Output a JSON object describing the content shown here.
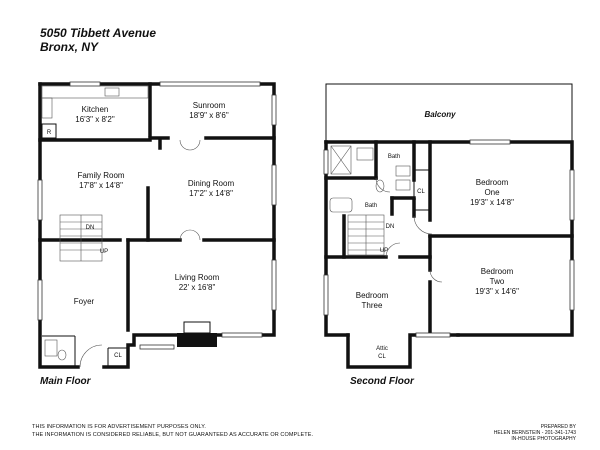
{
  "header": {
    "address_line1": "5050 Tibbett Avenue",
    "address_line2": "Bronx, NY"
  },
  "main_floor": {
    "label": "Main Floor",
    "rooms": {
      "kitchen": {
        "name": "Kitchen",
        "size": "16'3\" x 8'2\""
      },
      "sunroom": {
        "name": "Sunroom",
        "size": "18'9\" x 8'6\""
      },
      "family_room": {
        "name": "Family Room",
        "size": "17'8\" x 14'8\""
      },
      "dining_room": {
        "name": "Dining Room",
        "size": "17'2\" x 14'8\""
      },
      "living_room": {
        "name": "Living Room",
        "size": "22' x 16'8\""
      },
      "foyer": {
        "name": "Foyer"
      }
    },
    "marks": {
      "refrigerator": "R",
      "stairs_down": "DN",
      "stairs_up": "UP",
      "closet": "CL"
    }
  },
  "second_floor": {
    "label": "Second Floor",
    "rooms": {
      "balcony": {
        "name": "Balcony"
      },
      "bath_top": {
        "name": "Bath"
      },
      "bath_left": {
        "name": "Bath"
      },
      "bedroom_one": {
        "line1": "Bedroom",
        "line2": "One",
        "size": "19'3\" x 14'8\""
      },
      "bedroom_two": {
        "line1": "Bedroom",
        "line2": "Two",
        "size": "19'3\" x 14'6\""
      },
      "bedroom_three": {
        "line1": "Bedroom",
        "line2": "Three"
      },
      "attic": {
        "line1": "Attic",
        "line2": "CL"
      }
    },
    "marks": {
      "closet": "CL",
      "stairs_down": "DN",
      "stairs_up": "UP"
    }
  },
  "footer": {
    "disclaimer_line1": "THIS INFORMATION IS FOR ADVERTISEMENT PURPOSES ONLY.",
    "disclaimer_line2": "THE INFORMATION IS CONSIDERED RELIABLE, BUT NOT GUARANTEED AS ACCURATE OR COMPLETE.",
    "prepared_label": "PREPARED BY",
    "prepared_name": "HELEN BERNSTEIN - 201-341-1743",
    "prepared_company": "IN-HOUSE PHOTOGRAPHY"
  }
}
